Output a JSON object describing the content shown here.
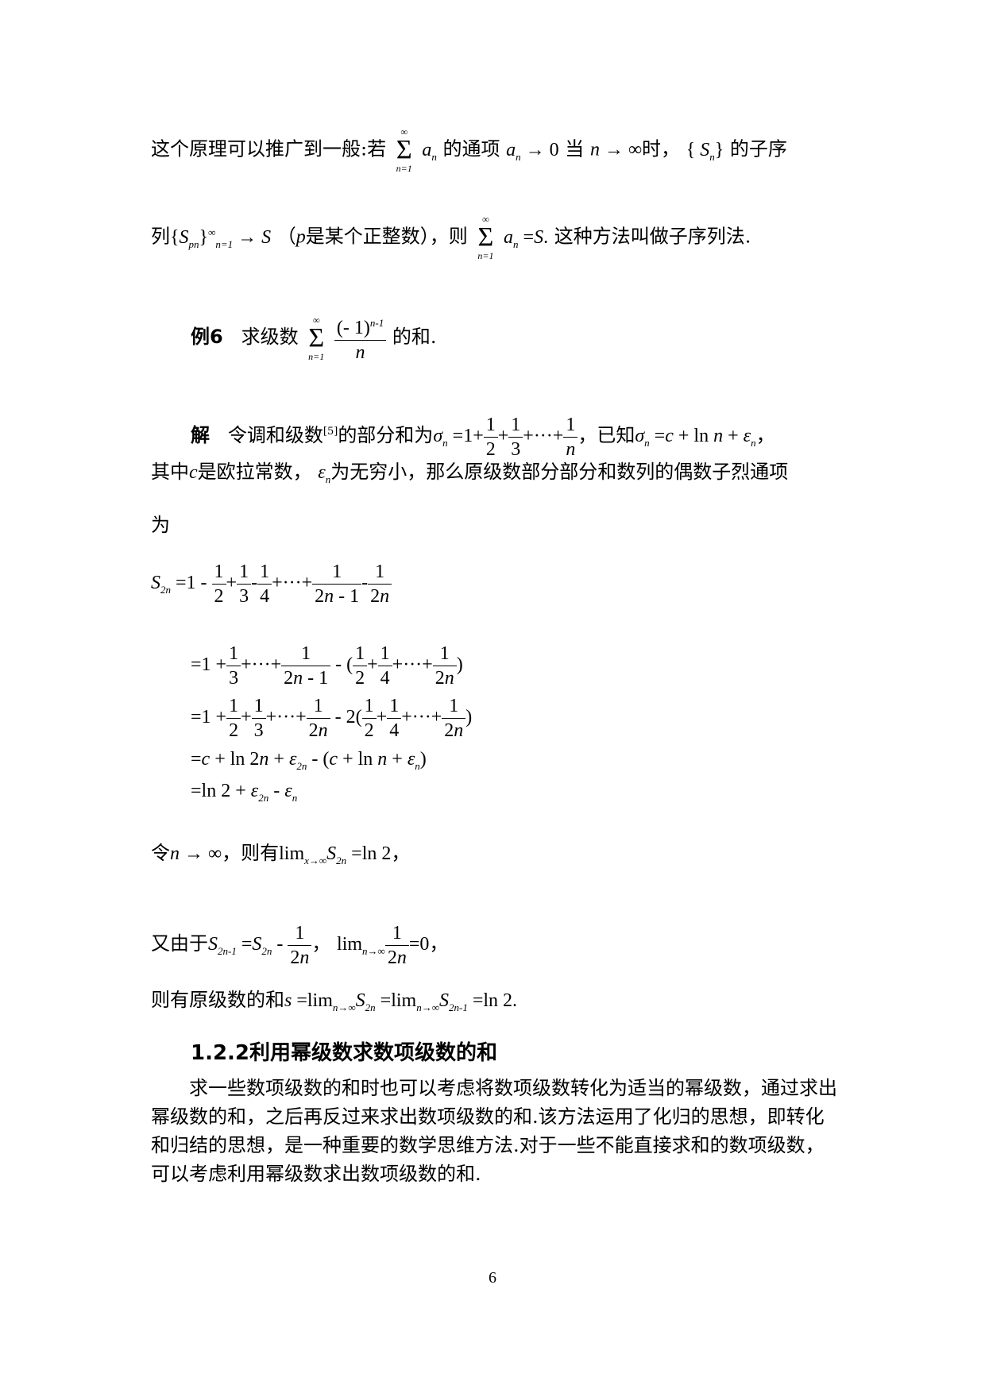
{
  "doc": {
    "l1_a": "这个原理可以推广到一般:若",
    "l1_b": "的通项",
    "l1_c": "当",
    "l1_d": "时，",
    "l1_e": "的子序",
    "l2_a": "列",
    "l2_b": "（",
    "l2_c": "是某个正整数），则",
    "l2_d": "这种方法叫做子序列法.",
    "ex_label": "例6",
    "ex_text": "求级数",
    "ex_end": "的和.",
    "sol_label": "解",
    "sol_a": "令调和级数",
    "sol_ref": "[5]",
    "sol_b": "的部分和为",
    "sol_c": "，已知",
    "sol_d": "，",
    "l6_a": "其中",
    "l6_b": "是欧拉常数，",
    "l6_c": "为无穷小，那么原级数部分部分和数列的偶数子烈通项",
    "l7": "为",
    "let_a": "令",
    "let_b": "，则有",
    "let_c": "，",
    "also_a": "又由于",
    "also_b": "，",
    "also_c": "，",
    "then_a": "则有原级数的和",
    "heading": "1.2.2利用幂级数求数项级数的和",
    "para": "求一些数项级数的和时也可以考虑将数项级数转化为适当的幂级数，通过求出幂级数的和，之后再反过来求出数项级数的和.该方法运用了化归的思想，即转化和归结的思想，是一种重要的数学思维方法.对于一些不能直接求和的数项级数，可以考虑利用幂级数求出数项级数的和.",
    "page_number": "6"
  }
}
